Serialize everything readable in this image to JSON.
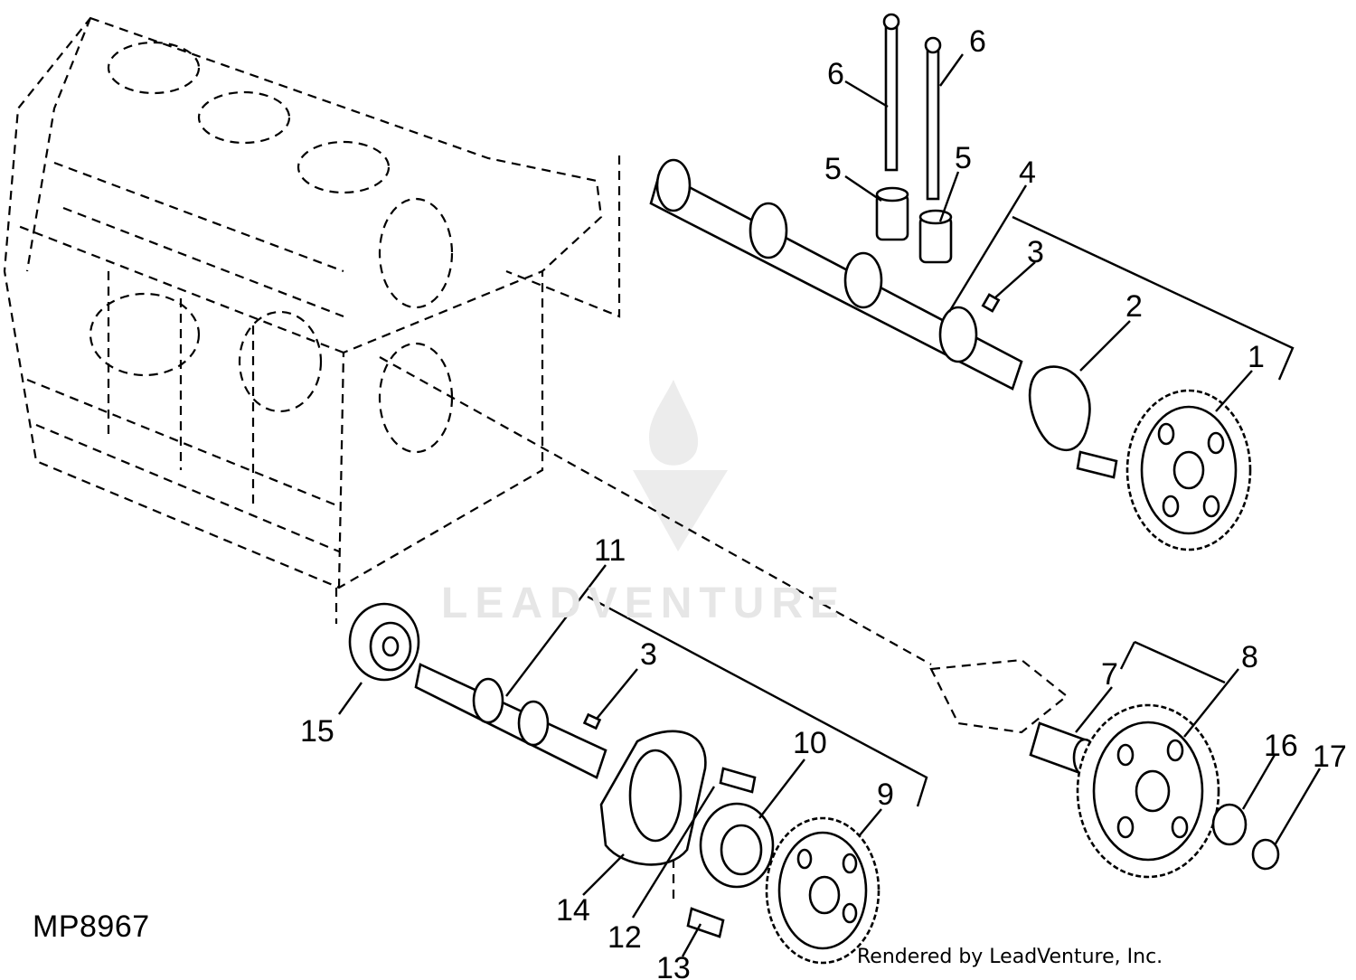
{
  "drawing_id": "MP8967",
  "credit": "Rendered by LeadVenture, Inc.",
  "watermark_text": "LEADVENTURE",
  "callouts": [
    "1",
    "2",
    "3",
    "4",
    "5",
    "5",
    "6",
    "6",
    "3",
    "7",
    "8",
    "9",
    "10",
    "11",
    "12",
    "13",
    "14",
    "15",
    "16",
    "17"
  ],
  "colors": {
    "ink": "#000000",
    "watermark": "#e6e6e6",
    "background": "#ffffff"
  }
}
